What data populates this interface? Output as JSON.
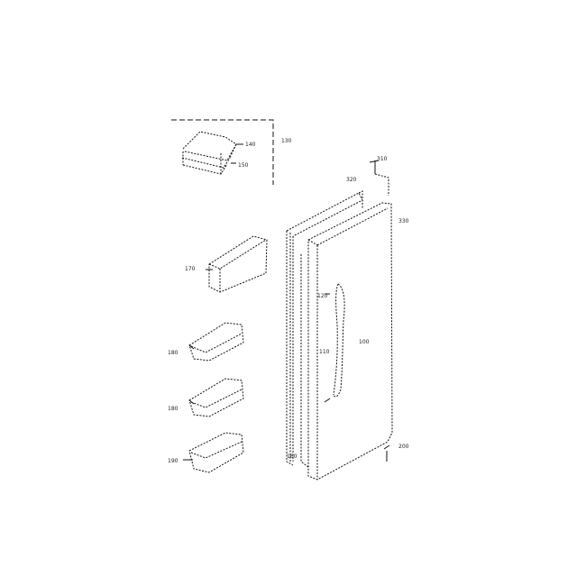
{
  "diagram": {
    "type": "exploded-parts-view",
    "subject": "refrigerator door assembly",
    "colors": {
      "line": "#111111",
      "background": "#ffffff"
    }
  },
  "labels": {
    "kit_group": "130",
    "kit_part_top": "140",
    "kit_part_bottom": "150",
    "screw_top": "310",
    "screw_left": "320",
    "door_top_right": "330",
    "bin_top": "170",
    "bin_2": "180",
    "bin_3": "180",
    "bin_4": "190",
    "handle_upper": "120",
    "door_main": "100",
    "handle_lower": "110",
    "hinge_bottom": "200",
    "gasket": "160"
  }
}
